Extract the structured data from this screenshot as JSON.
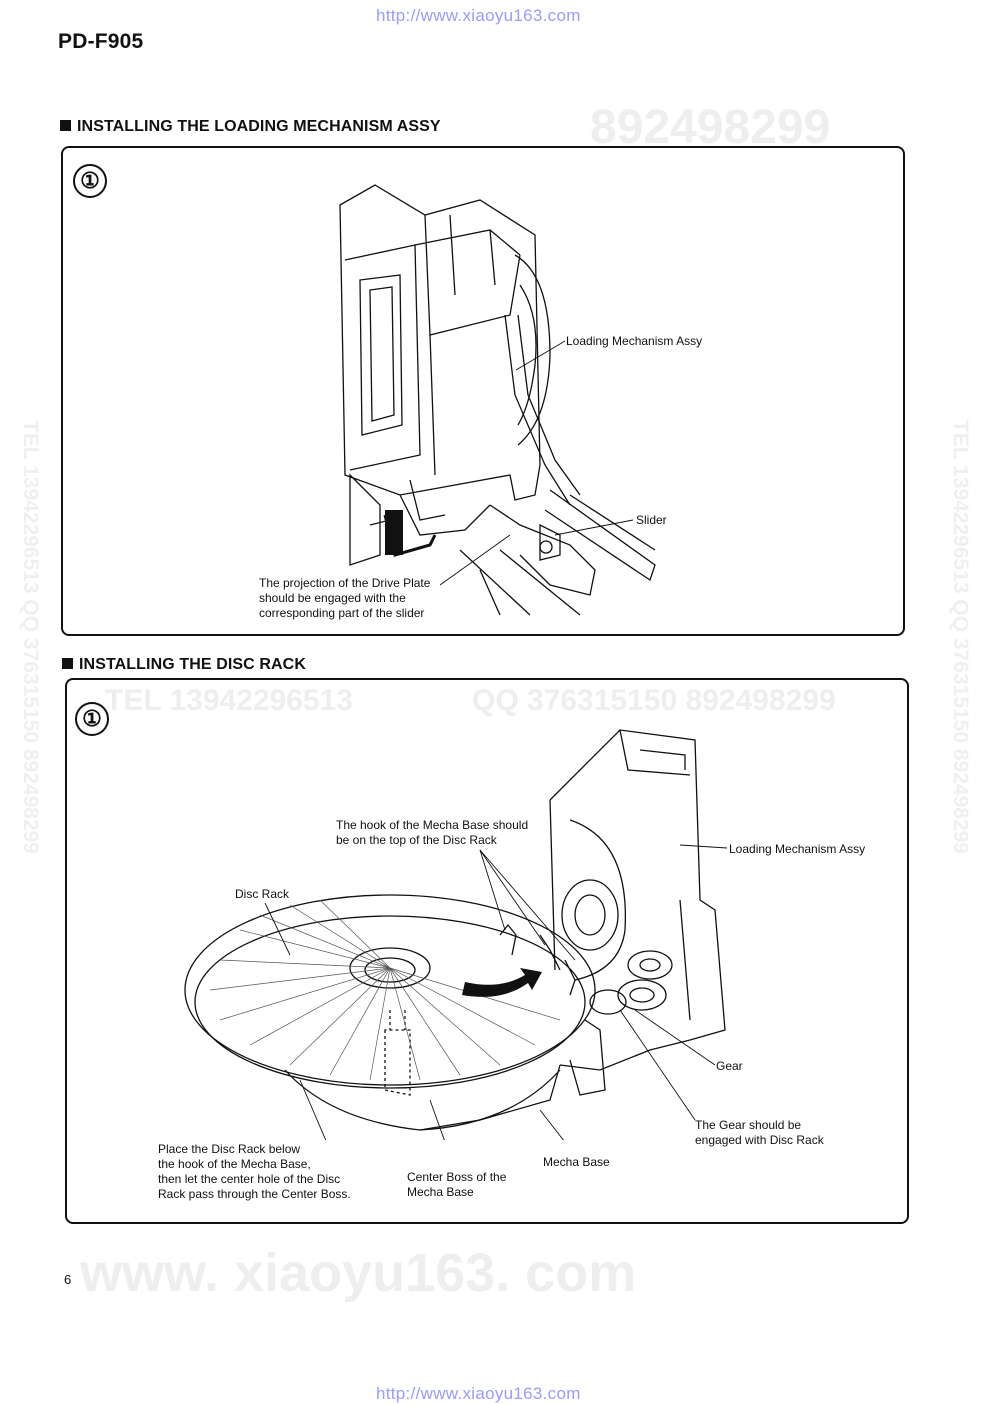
{
  "header": {
    "url_top": "http://www.xiaoyu163.com",
    "model": "PD-F905"
  },
  "section1": {
    "title": "INSTALLING THE LOADING MECHANISM ASSY",
    "step": "①",
    "labels": {
      "loading_mech": "Loading Mechanism Assy",
      "slider": "Slider",
      "projection": "The projection of the Drive Plate\nshould be engaged with the\ncorresponding part of the slider"
    }
  },
  "section2": {
    "title": "INSTALLING THE DISC RACK",
    "step": "①",
    "labels": {
      "hook": "The hook of the Mecha Base should\nbe on the top of the Disc Rack",
      "loading_mech": "Loading Mechanism Assy",
      "disc_rack": "Disc Rack",
      "gear": "Gear",
      "gear_engaged": "The Gear should be\nengaged with Disc Rack",
      "mecha_base": "Mecha Base",
      "center_boss": "Center Boss of the\nMecha Base",
      "place": "Place the Disc Rack below\n the hook of the Mecha Base,\nthen let the center hole of the Disc\nRack pass through the Center Boss."
    }
  },
  "watermarks": {
    "wm1": "892498299",
    "wm2": "TEL  13942296513",
    "wm3": "QQ  376315150  892498299",
    "wm4": "www. xiaoyu163. com",
    "wm_side_left": "TEL  13942296513   QQ  376315150   892498299",
    "wm_side_right": "TEL  13942296513   QQ  376315150   892498299"
  },
  "footer": {
    "page_number": "6",
    "url_bottom": "http://www.xiaoyu163.com"
  }
}
